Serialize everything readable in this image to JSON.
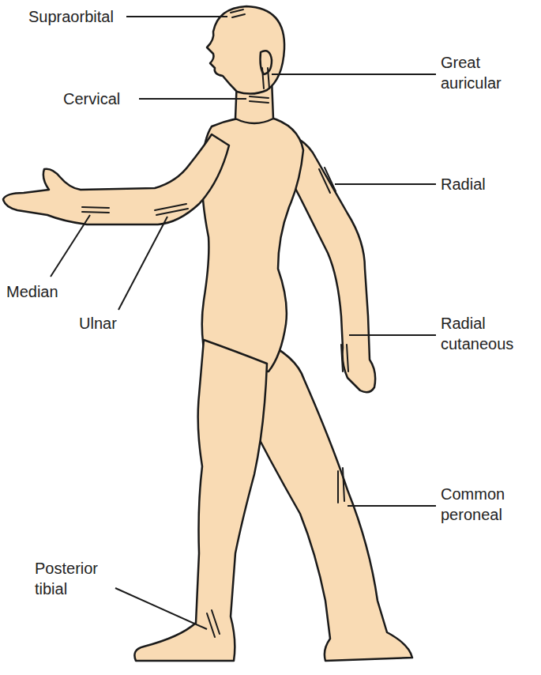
{
  "diagram": {
    "labels": [
      "Supraorbital",
      "Great auricular",
      "Cervical",
      "Radial",
      "Median",
      "Ulnar",
      "Radial cutaneous",
      "Common peroneal",
      "Posterior tibial"
    ]
  }
}
